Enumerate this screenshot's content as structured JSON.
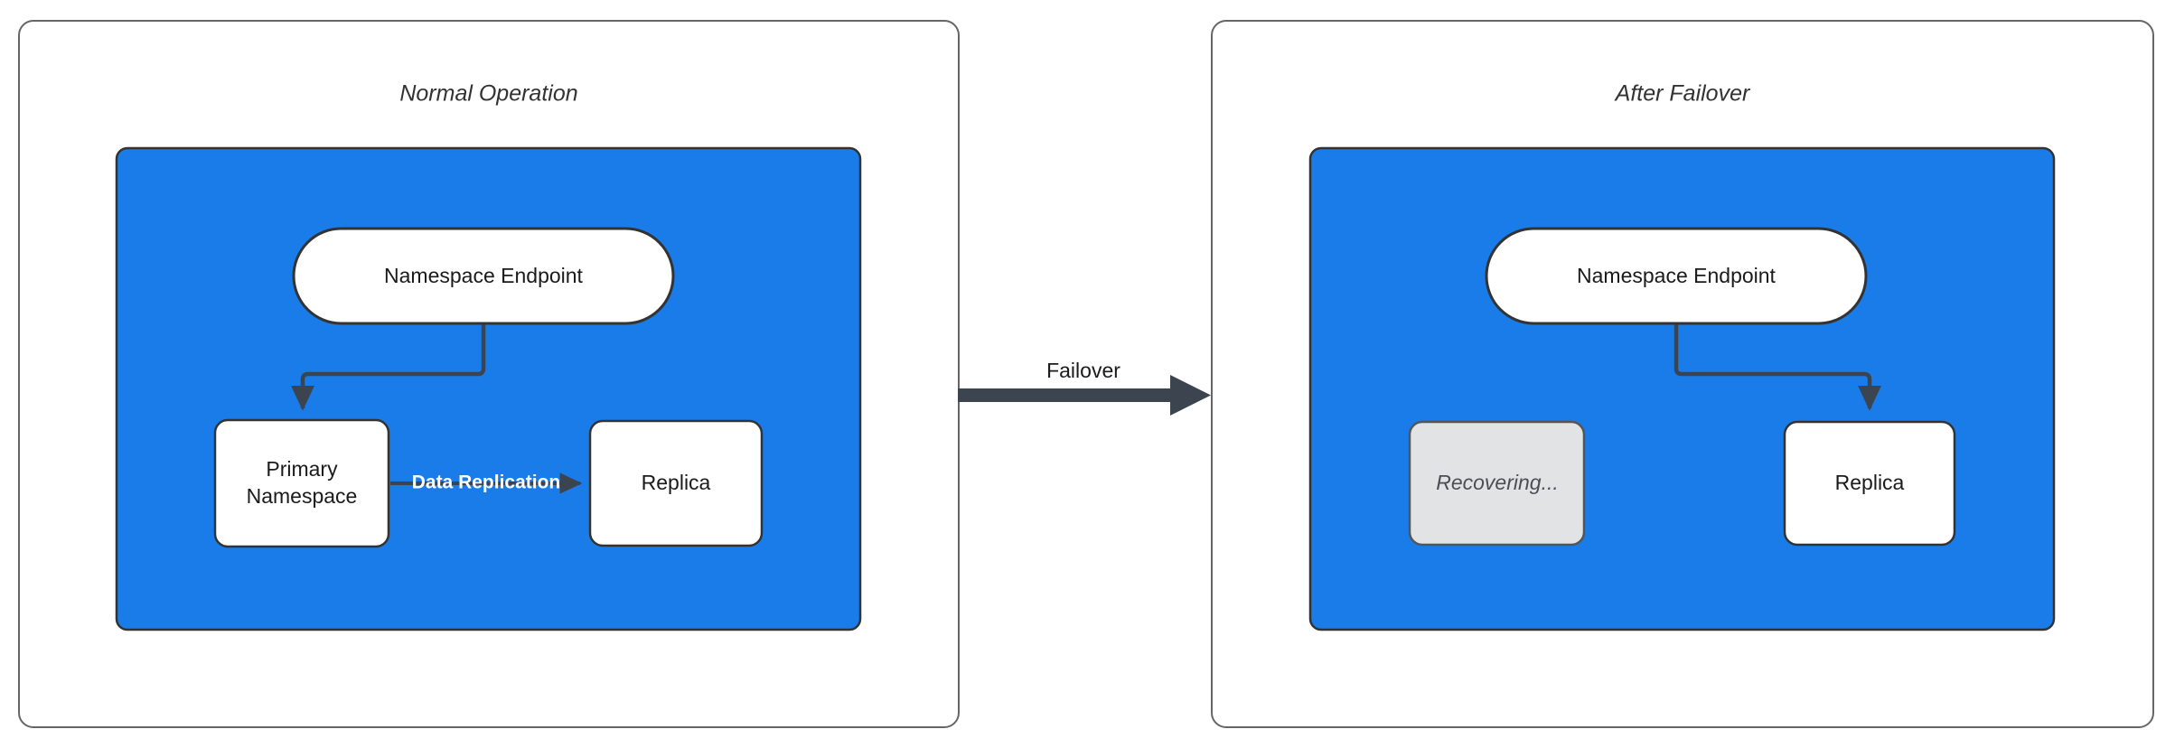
{
  "diagram": {
    "title_left": "Normal Operation",
    "title_right": "After Failover",
    "transition_label": "Failover",
    "colors": {
      "cluster_blue": "#1a7ce8",
      "panel_border": "#666666",
      "edge_dark": "#3c4450",
      "node_white": "#ffffff",
      "node_muted": "#e2e3e5",
      "text_dark": "#1b1b1b",
      "text_muted": "#4a4f55",
      "label_white": "#ffffff"
    },
    "panels": [
      {
        "id": "normal-operation",
        "title": "Normal Operation",
        "nodes": [
          {
            "id": "endpoint-left",
            "label": "Namespace Endpoint",
            "shape": "stadium",
            "style": "white"
          },
          {
            "id": "primary-namespace",
            "label": "Primary\nNamespace",
            "line1": "Primary",
            "line2": "Namespace",
            "shape": "rounded-rect",
            "style": "white"
          },
          {
            "id": "replica-left",
            "label": "Replica",
            "shape": "rounded-rect",
            "style": "white"
          }
        ],
        "edges": [
          {
            "from": "endpoint-left",
            "to": "primary-namespace",
            "label": "",
            "arrow": true
          },
          {
            "from": "primary-namespace",
            "to": "replica-left",
            "label": "Data Replication",
            "arrow": true
          }
        ]
      },
      {
        "id": "after-failover",
        "title": "After Failover",
        "nodes": [
          {
            "id": "endpoint-right",
            "label": "Namespace Endpoint",
            "shape": "stadium",
            "style": "white"
          },
          {
            "id": "recovering",
            "label": "Recovering...",
            "shape": "rounded-rect",
            "style": "muted"
          },
          {
            "id": "replica-right",
            "label": "Replica",
            "shape": "rounded-rect",
            "style": "white"
          }
        ],
        "edges": [
          {
            "from": "endpoint-right",
            "to": "replica-right",
            "label": "",
            "arrow": true
          }
        ]
      }
    ]
  }
}
